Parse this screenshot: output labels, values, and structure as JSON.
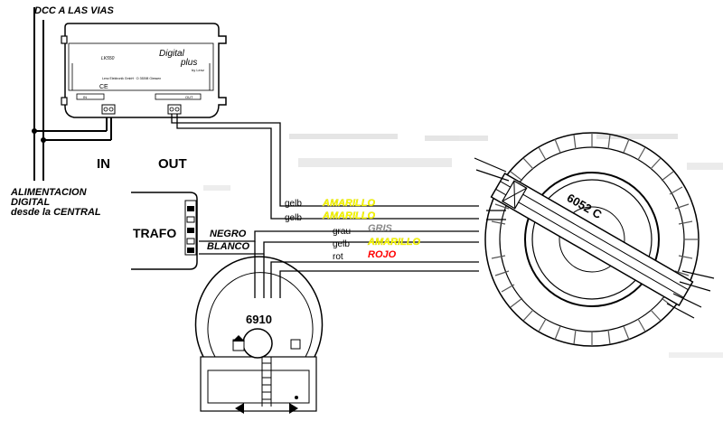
{
  "title": "DCC A LAS VIAS",
  "left_label": {
    "line1": "ALIMENTACION",
    "line2": "DIGITAL",
    "line3": "desde la CENTRAL"
  },
  "module": {
    "brand_line1": "Digital",
    "brand_line2": "plus",
    "brand_sub": "by Lenz",
    "model": "LK550",
    "maker": "Lenz Elektronik GmbH · D 35398 Giessen",
    "ce": "CE",
    "port_in_small": "IN",
    "port_out_small": "OUT",
    "label_in": "IN",
    "label_out": "OUT"
  },
  "trafo": {
    "label": "TRAFO",
    "negro": "NEGRO",
    "blanco": "BLANCO"
  },
  "wires": [
    {
      "german": "gelb",
      "spanish": "AMARILLO",
      "color": "#ffff00"
    },
    {
      "german": "gelb",
      "spanish": "AMARILLO",
      "color": "#ffff00"
    },
    {
      "german": "grau",
      "spanish": "GRIS",
      "color": "#8a8a8a"
    },
    {
      "german": "gelb",
      "spanish": "AMARILLO",
      "color": "#ffff00"
    },
    {
      "german": "rot",
      "spanish": "ROJO",
      "color": "#ff0000"
    }
  ],
  "turntable_label": "6052 C",
  "controller_label": "6910"
}
